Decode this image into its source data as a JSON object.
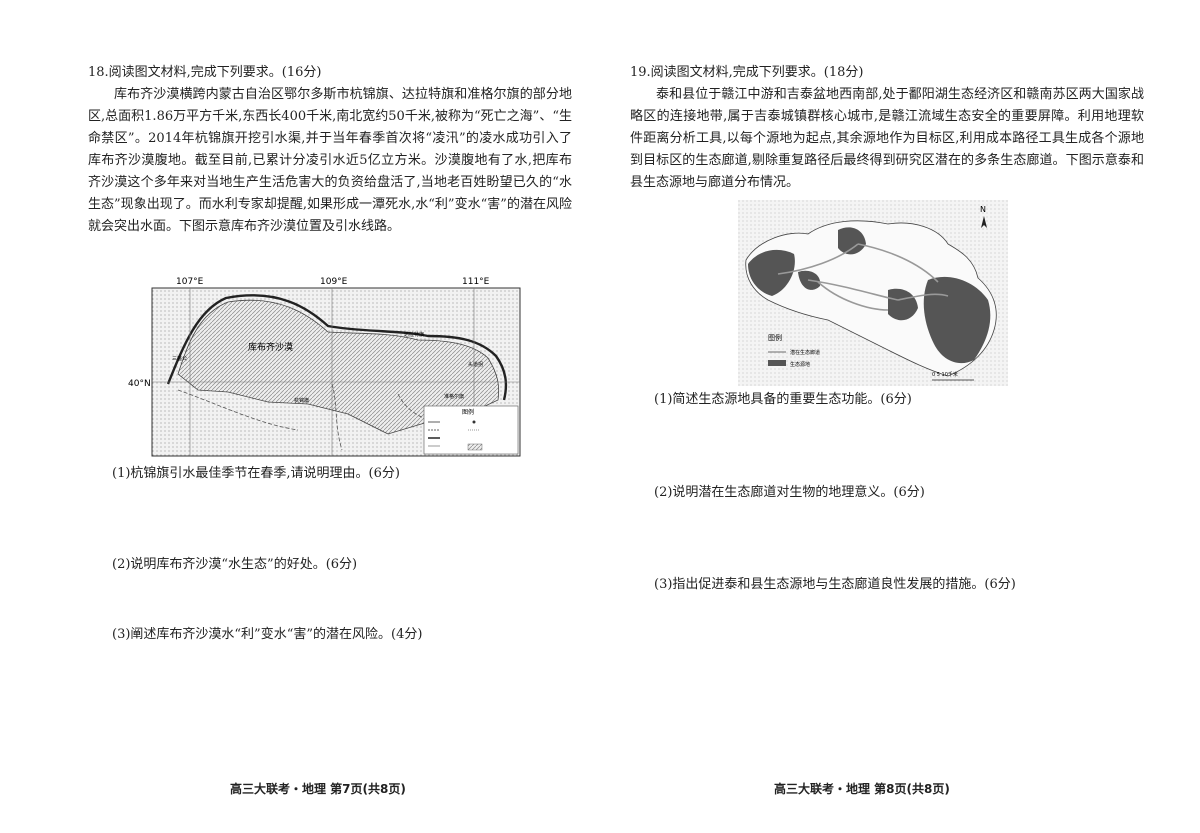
{
  "left": {
    "q18": {
      "title": "18.阅读图文材料,完成下列要求。(16分)",
      "paragraph": "库布齐沙漠横跨内蒙古自治区鄂尔多斯市杭锦旗、达拉特旗和准格尔旗的部分地区,总面积1.86万平方千米,东西长400千米,南北宽约50千米,被称为“死亡之海”、“生命禁区”。2014年杭锦旗开挖引水渠,并于当年春季首次将“凌汛”的凌水成功引入了库布齐沙漠腹地。截至目前,已累计分凌引水近5亿立方米。沙漠腹地有了水,把库布齐沙漠这个多年来对当地生产生活危害大的负资给盘活了,当地老百姓盼望已久的“水生态”现象出现了。而水利专家却提醒,如果形成一潭死水,水“利”变水“害”的潜在风险就会突出水面。下图示意库布齐沙漠位置及引水线路。",
      "map": {
        "lon_labels": [
          "107°E",
          "109°E",
          "111°E"
        ],
        "lat_label": "40°N",
        "desert_label": "库布齐沙漠",
        "place_labels": [
          "三盛公",
          "达拉特旗",
          "头道拐",
          "准格尔旗",
          "杭锦旗"
        ],
        "legend_title": "图例"
      },
      "sub1": "(1)杭锦旗引水最佳季节在春季,请说明理由。(6分)",
      "sub2": "(2)说明库布齐沙漠“水生态”的好处。(6分)",
      "sub3": "(3)阐述库布齐沙漠水“利”变水“害”的潜在风险。(4分)"
    },
    "footer": "高三大联考・地理 第7页(共8页)"
  },
  "right": {
    "q19": {
      "title": "19.阅读图文材料,完成下列要求。(18分)",
      "paragraph": "泰和县位于赣江中游和吉泰盆地西南部,处于鄱阳湖生态经济区和赣南苏区两大国家战略区的连接地带,属于吉泰城镇群核心城市,是赣江流域生态安全的重要屏障。利用地理软件距离分析工具,以每个源地为起点,其余源地作为目标区,利用成本路径工具生成各个源地到目标区的生态廊道,剔除重复路径后最终得到研究区潜在的多条生态廊道。下图示意泰和县生态源地与廊道分布情况。",
      "map": {
        "north": "N",
        "legend_title": "图例",
        "legend_corridor": "潜在生态廊道",
        "legend_source": "生态源地",
        "scale": "0 5 10千米"
      },
      "sub1": "(1)简述生态源地具备的重要生态功能。(6分)",
      "sub2": "(2)说明潜在生态廊道对生物的地理意义。(6分)",
      "sub3": "(3)指出促进泰和县生态源地与生态廊道良性发展的措施。(6分)"
    },
    "footer": "高三大联考・地理 第8页(共8页)"
  }
}
